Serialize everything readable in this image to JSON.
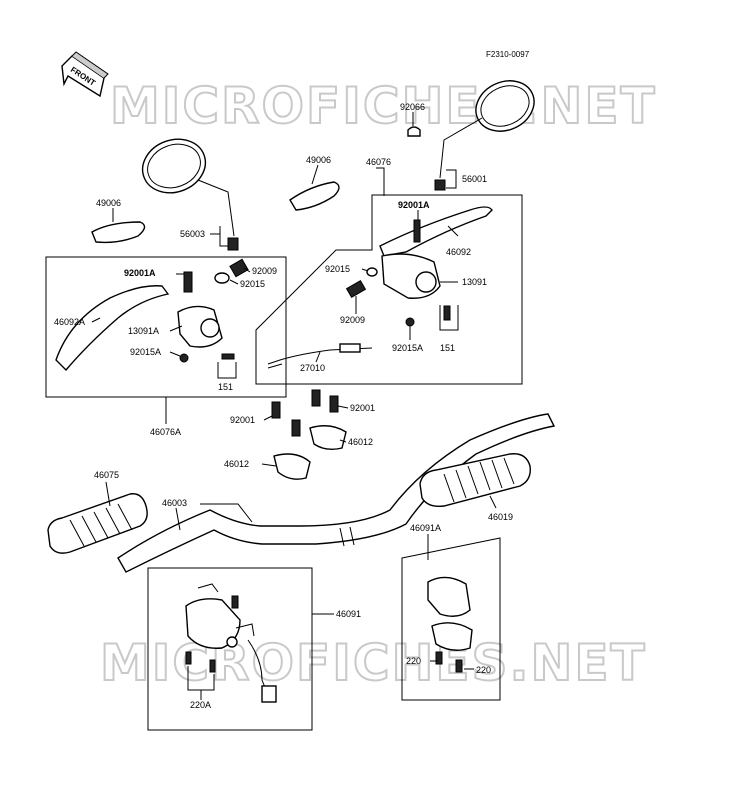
{
  "diagram": {
    "code": "F2310-0097",
    "front_label": "FRONT",
    "watermark": "MICROFICHES.NET",
    "labels": {
      "p92066": "92066",
      "p56001": "56001",
      "p49006_left": "49006",
      "p49006_right": "49006",
      "p46076": "46076",
      "p56003": "56003",
      "p92001A_right": "92001A",
      "p46092": "46092",
      "p92015_right": "92015",
      "p13091": "13091",
      "p92009_right": "92009",
      "p92015A_right": "92015A",
      "p151_right": "151",
      "p27010": "27010",
      "p92001A_left": "92001A",
      "p92009_left": "92009",
      "p92015_left": "92015",
      "p46092A": "46092A",
      "p13091A": "13091A",
      "p92015A_left": "92015A",
      "p151_left": "151",
      "p46076A": "46076A",
      "p92001_left": "92001",
      "p92001_right": "92001",
      "p46012_right": "46012",
      "p46012_left": "46012",
      "p46075": "46075",
      "p46003": "46003",
      "p46019": "46019",
      "p46091A": "46091A",
      "p46091": "46091",
      "p220_a": "220",
      "p220_b": "220",
      "p220A": "220A"
    }
  }
}
